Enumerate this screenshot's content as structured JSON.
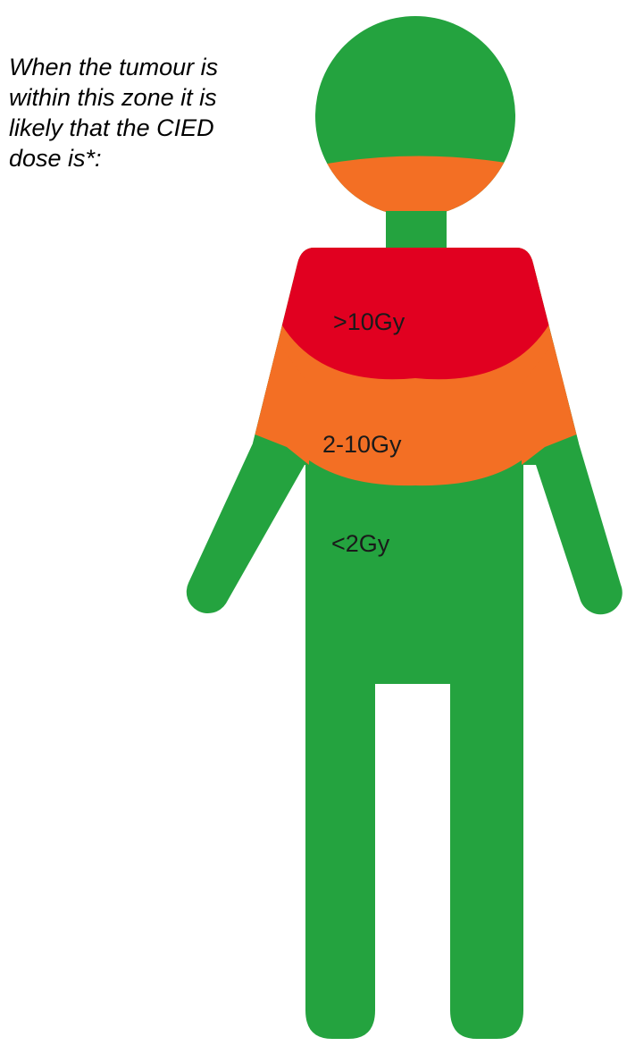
{
  "caption": {
    "lines": [
      "When the tumour is",
      " within this zone it is",
      "likely that the CIED",
      "dose is*:"
    ]
  },
  "zones": {
    "high": {
      "label": ">10Gy",
      "color": "#e10020"
    },
    "medium": {
      "label": "2-10Gy",
      "color": "#f36f24"
    },
    "low": {
      "label": "<2Gy",
      "color": "#24a33f"
    }
  }
}
